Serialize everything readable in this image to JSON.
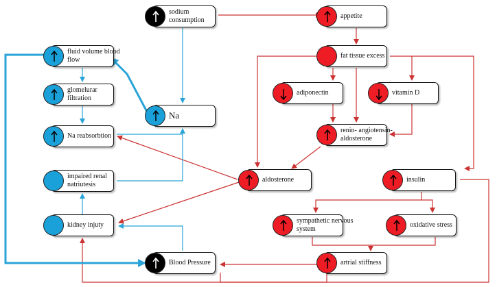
{
  "colors": {
    "blue_node": "#1ba1d9",
    "red_node": "#ee1c24",
    "black_node": "#000000",
    "blue_arrow": "#2aa4d8",
    "red_arrow": "#cc3333"
  },
  "nodes": {
    "sodium": {
      "label": "sodium consumption",
      "color": "black",
      "arrow": "up"
    },
    "appetite": {
      "label": "appetite",
      "color": "red",
      "arrow": "up"
    },
    "fluid": {
      "label": "fluid volume blood flow",
      "color": "blue",
      "arrow": "up"
    },
    "fat": {
      "label": "fat tissue excess",
      "color": "red",
      "arrow": "none"
    },
    "glomerular": {
      "label": "glomelurar filtration",
      "color": "blue",
      "arrow": "up"
    },
    "adiponectin": {
      "label": "adiponectin",
      "color": "red",
      "arrow": "down"
    },
    "vitd": {
      "label": "vitamin D",
      "color": "red",
      "arrow": "down"
    },
    "na": {
      "label": "Na",
      "color": "blue",
      "arrow": "up"
    },
    "nareab": {
      "label": "Na reabsorbtion",
      "color": "blue",
      "arrow": "up"
    },
    "renin": {
      "label": "renin- angiotensin- aldosterone",
      "color": "red",
      "arrow": "up"
    },
    "impaired": {
      "label": "impaired renal natriutesis",
      "color": "blue",
      "arrow": "none"
    },
    "aldosterone": {
      "label": "aldosterone",
      "color": "red",
      "arrow": "up"
    },
    "insulin": {
      "label": "insulin",
      "color": "red",
      "arrow": "up"
    },
    "kidney": {
      "label": "kidney injuty",
      "color": "blue",
      "arrow": "none"
    },
    "sympathetic": {
      "label": "sympathetic nervous system",
      "color": "red",
      "arrow": "up"
    },
    "oxidative": {
      "label": "oxidative stress",
      "color": "red",
      "arrow": "up"
    },
    "bp": {
      "label": "Blood Pressure",
      "color": "black",
      "arrow": "up"
    },
    "arterial": {
      "label": "artrial stiffness",
      "color": "red",
      "arrow": "up"
    }
  },
  "edges": [
    {
      "from": "sodium",
      "to": "appetite",
      "color": "red"
    },
    {
      "from": "sodium",
      "to": "na",
      "color": "blue"
    },
    {
      "from": "appetite",
      "to": "fat",
      "color": "red"
    },
    {
      "from": "fat",
      "to": "adiponectin",
      "color": "red"
    },
    {
      "from": "fat",
      "to": "vitd",
      "color": "red"
    },
    {
      "from": "fat",
      "to": "renin",
      "color": "red"
    },
    {
      "from": "fat",
      "to": "aldosterone",
      "color": "red"
    },
    {
      "from": "fat",
      "to": "insulin",
      "color": "red"
    },
    {
      "from": "adiponectin",
      "to": "renin",
      "color": "red"
    },
    {
      "from": "vitd",
      "to": "renin",
      "color": "red"
    },
    {
      "from": "renin",
      "to": "aldosterone",
      "color": "red"
    },
    {
      "from": "aldosterone",
      "to": "nareab",
      "color": "red"
    },
    {
      "from": "aldosterone",
      "to": "kidney",
      "color": "red"
    },
    {
      "from": "insulin",
      "to": "sympathetic",
      "color": "red"
    },
    {
      "from": "insulin",
      "to": "oxidative",
      "color": "red"
    },
    {
      "from": "sympathetic",
      "to": "arterial",
      "color": "red"
    },
    {
      "from": "oxidative",
      "to": "arterial",
      "color": "red"
    },
    {
      "from": "arterial",
      "to": "bp",
      "color": "red"
    },
    {
      "from": "arterial",
      "to": "kidney",
      "color": "red"
    },
    {
      "from": "na",
      "to": "fluid",
      "color": "blue"
    },
    {
      "from": "fluid",
      "to": "glomerular",
      "color": "blue"
    },
    {
      "from": "glomerular",
      "to": "nareab",
      "color": "blue"
    },
    {
      "from": "impaired",
      "to": "na",
      "color": "blue"
    },
    {
      "from": "nareab",
      "to": "na",
      "color": "blue"
    },
    {
      "from": "kidney",
      "to": "impaired",
      "color": "blue"
    },
    {
      "from": "bp",
      "to": "kidney",
      "color": "blue"
    },
    {
      "from": "fluid",
      "to": "bp",
      "color": "blue"
    },
    {
      "from": "bp",
      "to": "insulin",
      "color": "red"
    }
  ]
}
